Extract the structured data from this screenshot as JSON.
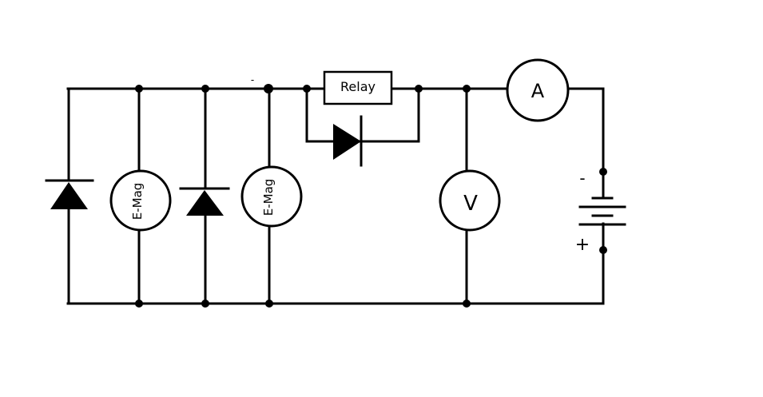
{
  "components": {
    "relay_label": "Relay",
    "emag1_label": "E-Mag",
    "emag2_label": "E-Mag",
    "voltmeter_label": "V",
    "ammeter_label": "A"
  },
  "battery": {
    "negative_label": "-",
    "positive_label": "+"
  },
  "stray_mark": "-"
}
